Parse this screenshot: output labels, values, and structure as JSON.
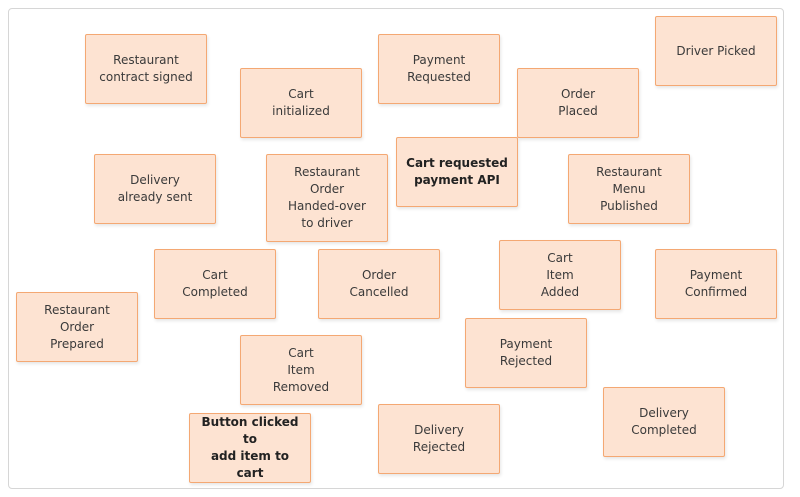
{
  "board": {
    "stickies": {
      "restaurant_contract_signed": "Restaurant\ncontract signed",
      "payment_requested": "Payment\nRequested",
      "driver_picked": "Driver Picked",
      "cart_initialized": "Cart\ninitialized",
      "order_placed": "Order\nPlaced",
      "delivery_already_sent": "Delivery\nalready sent",
      "restaurant_order_handed_over": "Restaurant\nOrder\nHanded-over\nto driver",
      "cart_requested_payment_api": "Cart requested\npayment API",
      "restaurant_menu_published": "Restaurant\nMenu\nPublished",
      "cart_completed": "Cart\nCompleted",
      "order_cancelled": "Order\nCancelled",
      "cart_item_added": "Cart\nItem\nAdded",
      "payment_confirmed": "Payment\nConfirmed",
      "restaurant_order_prepared": "Restaurant\nOrder\nPrepared",
      "cart_item_removed": "Cart\nItem\nRemoved",
      "payment_rejected": "Payment\nRejected",
      "delivery_completed": "Delivery\nCompleted",
      "button_clicked_add_item": "Button clicked to\nadd item to cart",
      "delivery_rejected": "Delivery\nRejected"
    },
    "colors": {
      "sticky_fill": "#fde3d2",
      "sticky_border": "#f4a873"
    }
  }
}
